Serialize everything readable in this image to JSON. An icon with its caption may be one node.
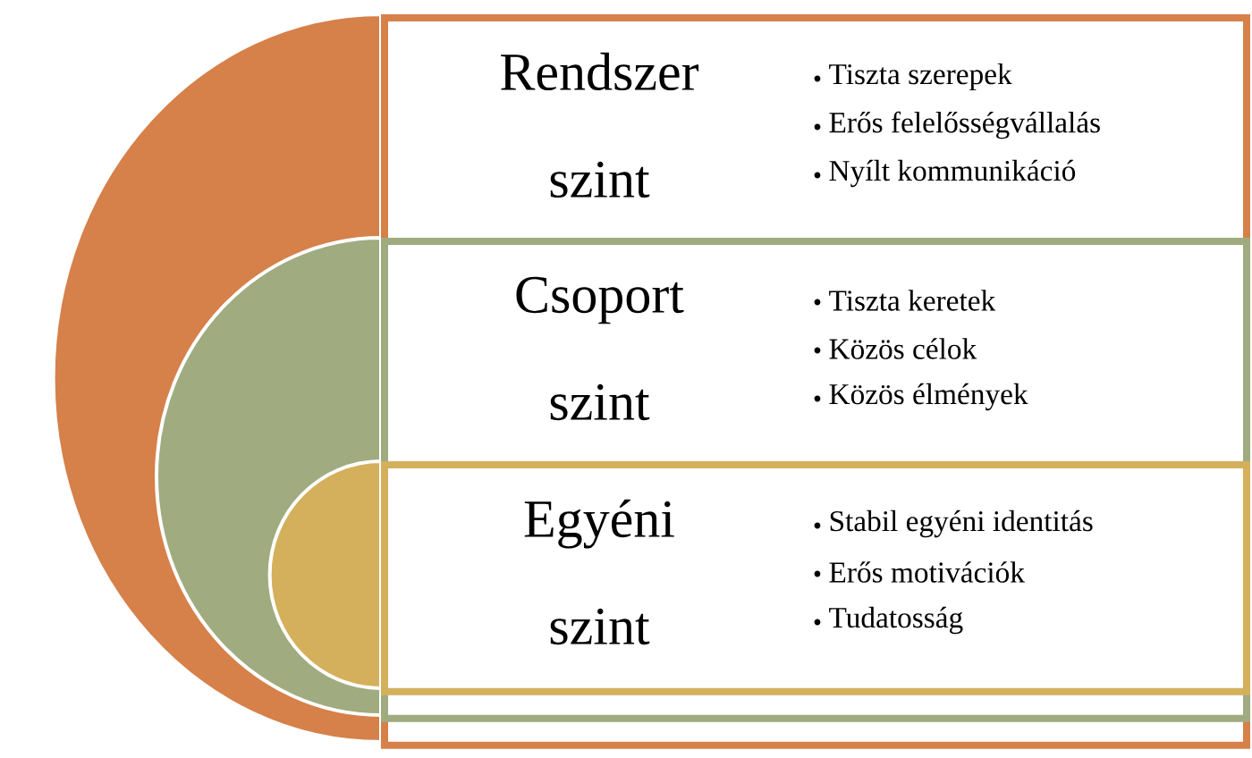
{
  "diagram": {
    "nodes": [
      {
        "text": [
          "Rendszer szint",
          "Tiszta szerepek",
          "Erős felelősségvállalás",
          "Nyílt kommunikáció"
        ]
      },
      {
        "text": [
          "Csoport szint",
          "Tiszta keretek",
          "Közös célok",
          "Közös élmények"
        ],
        "in": 0
      },
      {
        "text": [
          "Egyéni szint",
          "Stabil egyéni identitás",
          "Erős motivációk",
          "Tudatosság"
        ],
        "in": 1
      }
    ]
  }
}
